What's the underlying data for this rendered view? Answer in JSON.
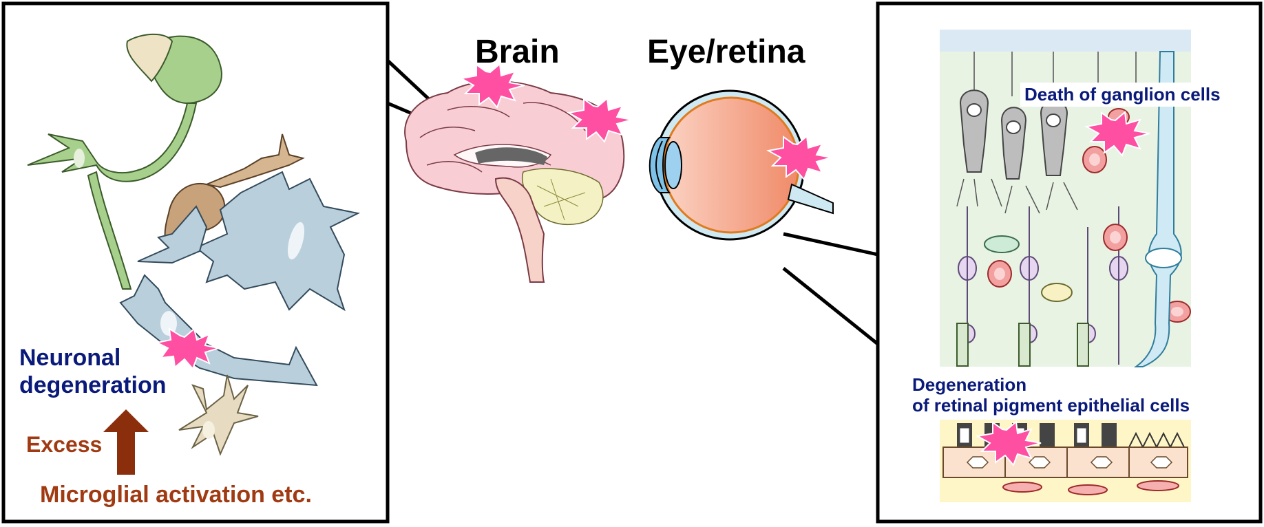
{
  "titles": {
    "brain": "Brain",
    "eye": "Eye/retina"
  },
  "left_panel": {
    "neuronal_degeneration": [
      "Neuronal",
      "degeneration"
    ],
    "excess": "Excess",
    "microglial": "Microglial activation etc."
  },
  "right_panel": {
    "ganglion_death": "Death of ganglion cells",
    "rpe_degeneration": [
      "Degeneration",
      "of retinal pigment epithelial cells"
    ]
  },
  "colors": {
    "lesion_star": "#ff4fa3",
    "label_blue": "#0a1a7a",
    "label_brown": "#a03a12",
    "neuron_green": "#a8d08d",
    "astrocyte_blue": "#b9cfdc",
    "microglia_tan": "#c8a27a",
    "brain_pink": "#f8cdd4",
    "eye_orange": "#f6a788"
  }
}
